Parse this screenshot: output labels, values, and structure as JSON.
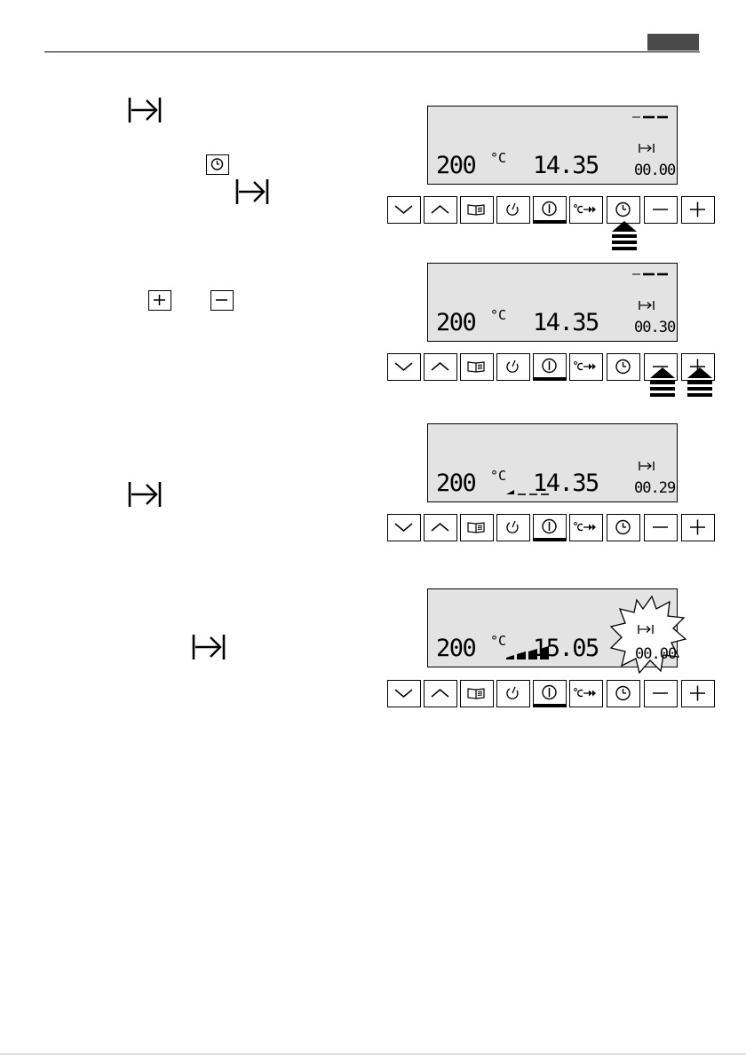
{
  "screens": [
    {
      "temperature": "200",
      "temperature_unit": "°C",
      "clock": "14.35",
      "timer": "00.00",
      "heating_bars": 0
    },
    {
      "temperature": "200",
      "temperature_unit": "°C",
      "clock": "14.35",
      "timer": "00.30",
      "heating_bars": 0
    },
    {
      "temperature": "200",
      "temperature_unit": "°C",
      "clock": "14.35",
      "timer": "00.29",
      "heating_bars": 1
    },
    {
      "temperature": "200",
      "temperature_unit": "°C",
      "clock": "15.05",
      "timer": "00.00",
      "heating_bars": 4
    }
  ],
  "control_buttons": [
    "chevron-down-icon",
    "chevron-up-icon",
    "book-icon",
    "oven-function-icon",
    "power-icon",
    "fast-heat-icon",
    "clock-icon",
    "minus-icon",
    "plus-icon"
  ]
}
